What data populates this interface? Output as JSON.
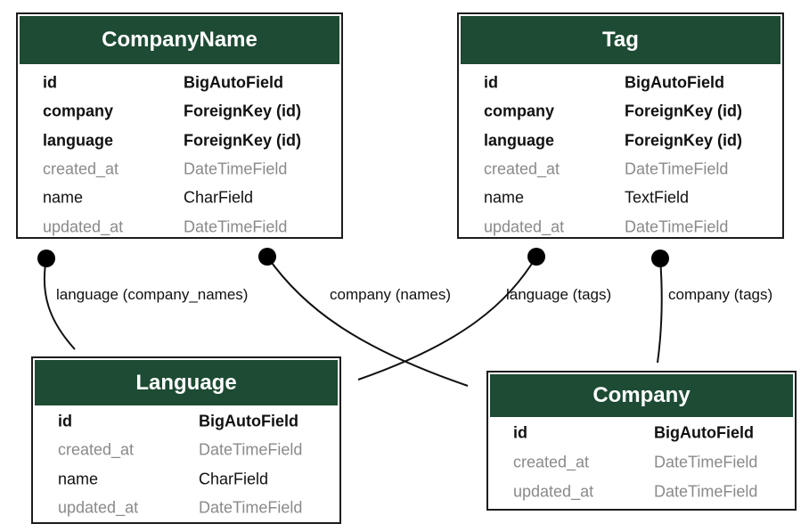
{
  "colors": {
    "header_bg": "#1d4b33",
    "header_text": "#ffffff",
    "border": "#1c1c1c",
    "inherited_field": "#8a8a8a"
  },
  "models": {
    "companyname": {
      "title": "CompanyName",
      "fields": [
        {
          "name": "id",
          "type": "BigAutoField",
          "style": "bold"
        },
        {
          "name": "company",
          "type": "ForeignKey (id)",
          "style": "bold"
        },
        {
          "name": "language",
          "type": "ForeignKey (id)",
          "style": "bold"
        },
        {
          "name": "created_at",
          "type": "DateTimeField",
          "style": "muted"
        },
        {
          "name": "name",
          "type": "CharField",
          "style": "normal"
        },
        {
          "name": "updated_at",
          "type": "DateTimeField",
          "style": "muted"
        }
      ]
    },
    "tag": {
      "title": "Tag",
      "fields": [
        {
          "name": "id",
          "type": "BigAutoField",
          "style": "bold"
        },
        {
          "name": "company",
          "type": "ForeignKey (id)",
          "style": "bold"
        },
        {
          "name": "language",
          "type": "ForeignKey (id)",
          "style": "bold"
        },
        {
          "name": "created_at",
          "type": "DateTimeField",
          "style": "muted"
        },
        {
          "name": "name",
          "type": "TextField",
          "style": "normal"
        },
        {
          "name": "updated_at",
          "type": "DateTimeField",
          "style": "muted"
        }
      ]
    },
    "language": {
      "title": "Language",
      "fields": [
        {
          "name": "id",
          "type": "BigAutoField",
          "style": "bold"
        },
        {
          "name": "created_at",
          "type": "DateTimeField",
          "style": "muted"
        },
        {
          "name": "name",
          "type": "CharField",
          "style": "normal"
        },
        {
          "name": "updated_at",
          "type": "DateTimeField",
          "style": "muted"
        }
      ]
    },
    "company": {
      "title": "Company",
      "fields": [
        {
          "name": "id",
          "type": "BigAutoField",
          "style": "bold"
        },
        {
          "name": "created_at",
          "type": "DateTimeField",
          "style": "muted"
        },
        {
          "name": "updated_at",
          "type": "DateTimeField",
          "style": "muted"
        }
      ]
    }
  },
  "relations": {
    "companyname_language": "language (company_names)",
    "companyname_company": "company (names)",
    "tag_language": "language (tags)",
    "tag_company": "company (tags)"
  }
}
